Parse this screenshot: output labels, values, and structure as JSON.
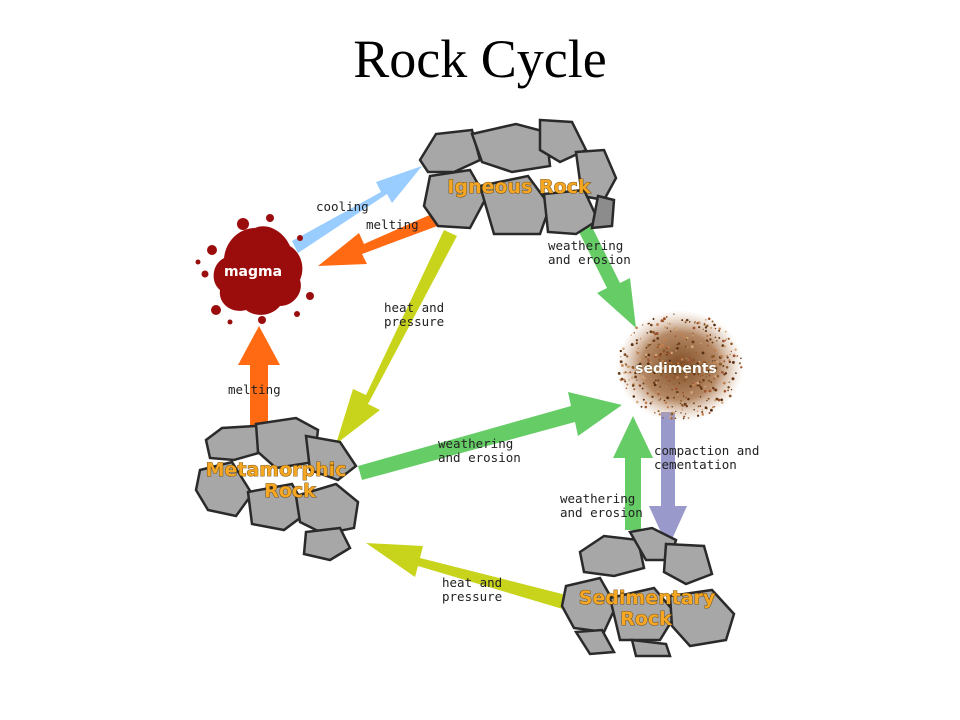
{
  "title": "Rock Cycle",
  "nodes": {
    "igneous": "Igneous Rock",
    "magma": "magma",
    "sediments": "sediments",
    "metamorphic_line1": "Metamorphic",
    "metamorphic_line2": "Rock",
    "sedimentary_line1": "Sedimentary",
    "sedimentary_line2": "Rock"
  },
  "processes": {
    "cooling": "cooling",
    "melting_igneous": "melting",
    "weathering_igneous_1": "weathering",
    "weathering_igneous_2": "and erosion",
    "heat_igneous_1": "heat and",
    "heat_igneous_2": "pressure",
    "melting_metamorphic": "melting",
    "weathering_metamorphic_1": "weathering",
    "weathering_metamorphic_2": "and erosion",
    "compaction_1": "compaction and",
    "compaction_2": "cementation",
    "weathering_sedimentary_1": "weathering",
    "weathering_sedimentary_2": "and erosion",
    "heat_sedimentary_1": "heat and",
    "heat_sedimentary_2": "pressure"
  },
  "colors": {
    "cooling": "#99ccff",
    "melting": "#ff6a13",
    "weathering": "#66cc66",
    "heat_pressure": "#c8d41c",
    "compaction": "#9999cc",
    "magma": "#9b0d0d",
    "rock": "#a7a7a7"
  }
}
